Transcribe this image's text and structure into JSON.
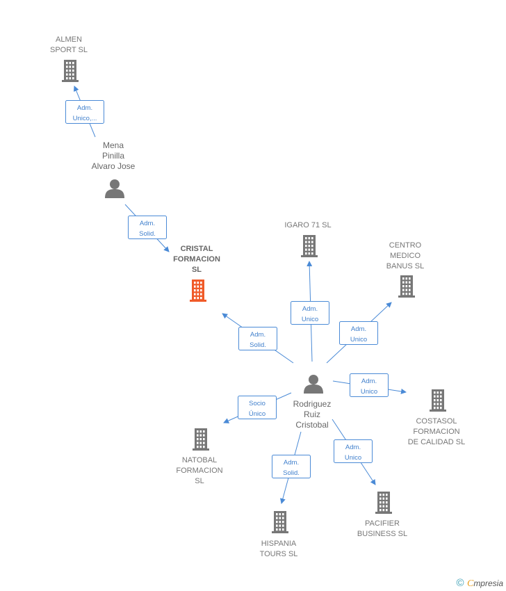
{
  "colors": {
    "building": "#777777",
    "focus": "#f05a28",
    "person": "#777777",
    "edge": "#4a8ad6"
  },
  "nodes": [
    {
      "id": "almen",
      "kind": "company",
      "lines": [
        "ALMEN",
        "SPORT  SL"
      ],
      "focus": false
    },
    {
      "id": "mena",
      "kind": "person",
      "lines": [
        "Mena",
        "Pinilla",
        "Alvaro Jose"
      ]
    },
    {
      "id": "cristal",
      "kind": "company",
      "lines": [
        "CRISTAL",
        "FORMACION",
        "SL"
      ],
      "focus": true
    },
    {
      "id": "igaro",
      "kind": "company",
      "lines": [
        "IGARO 71  SL"
      ],
      "focus": false
    },
    {
      "id": "centro",
      "kind": "company",
      "lines": [
        "CENTRO",
        "MEDICO",
        "BANUS  SL"
      ],
      "focus": false
    },
    {
      "id": "rodriguez",
      "kind": "person",
      "lines": [
        "Rodriguez",
        "Ruiz",
        "Cristobal"
      ]
    },
    {
      "id": "costasol",
      "kind": "company",
      "lines": [
        "COSTASOL",
        "FORMACION",
        "DE CALIDAD SL"
      ],
      "focus": false
    },
    {
      "id": "natobal",
      "kind": "company",
      "lines": [
        "NATOBAL",
        "FORMACION",
        "SL"
      ],
      "focus": false
    },
    {
      "id": "hispania",
      "kind": "company",
      "lines": [
        "HISPANIA",
        "TOURS  SL"
      ],
      "focus": false
    },
    {
      "id": "pacifier",
      "kind": "company",
      "lines": [
        "PACIFIER",
        "BUSINESS  SL"
      ],
      "focus": false
    }
  ],
  "edges": [
    {
      "from": "mena",
      "to": "almen",
      "lines": [
        "Adm.",
        "Unico,..."
      ]
    },
    {
      "from": "mena",
      "to": "cristal",
      "lines": [
        "Adm.",
        "Solid."
      ]
    },
    {
      "from": "rodriguez",
      "to": "cristal",
      "lines": [
        "Adm.",
        "Solid."
      ]
    },
    {
      "from": "rodriguez",
      "to": "igaro",
      "lines": [
        "Adm.",
        "Unico"
      ]
    },
    {
      "from": "rodriguez",
      "to": "centro",
      "lines": [
        "Adm.",
        "Unico"
      ]
    },
    {
      "from": "rodriguez",
      "to": "costasol",
      "lines": [
        "Adm.",
        "Unico"
      ]
    },
    {
      "from": "rodriguez",
      "to": "natobal",
      "lines": [
        "Socio",
        "Único"
      ]
    },
    {
      "from": "rodriguez",
      "to": "hispania",
      "lines": [
        "Adm.",
        "Solid."
      ]
    },
    {
      "from": "rodriguez",
      "to": "pacifier",
      "lines": [
        "Adm.",
        "Unico"
      ]
    }
  ],
  "footer": {
    "copyright": "©",
    "brand_initial": "C",
    "brand_rest": "mpresia"
  }
}
